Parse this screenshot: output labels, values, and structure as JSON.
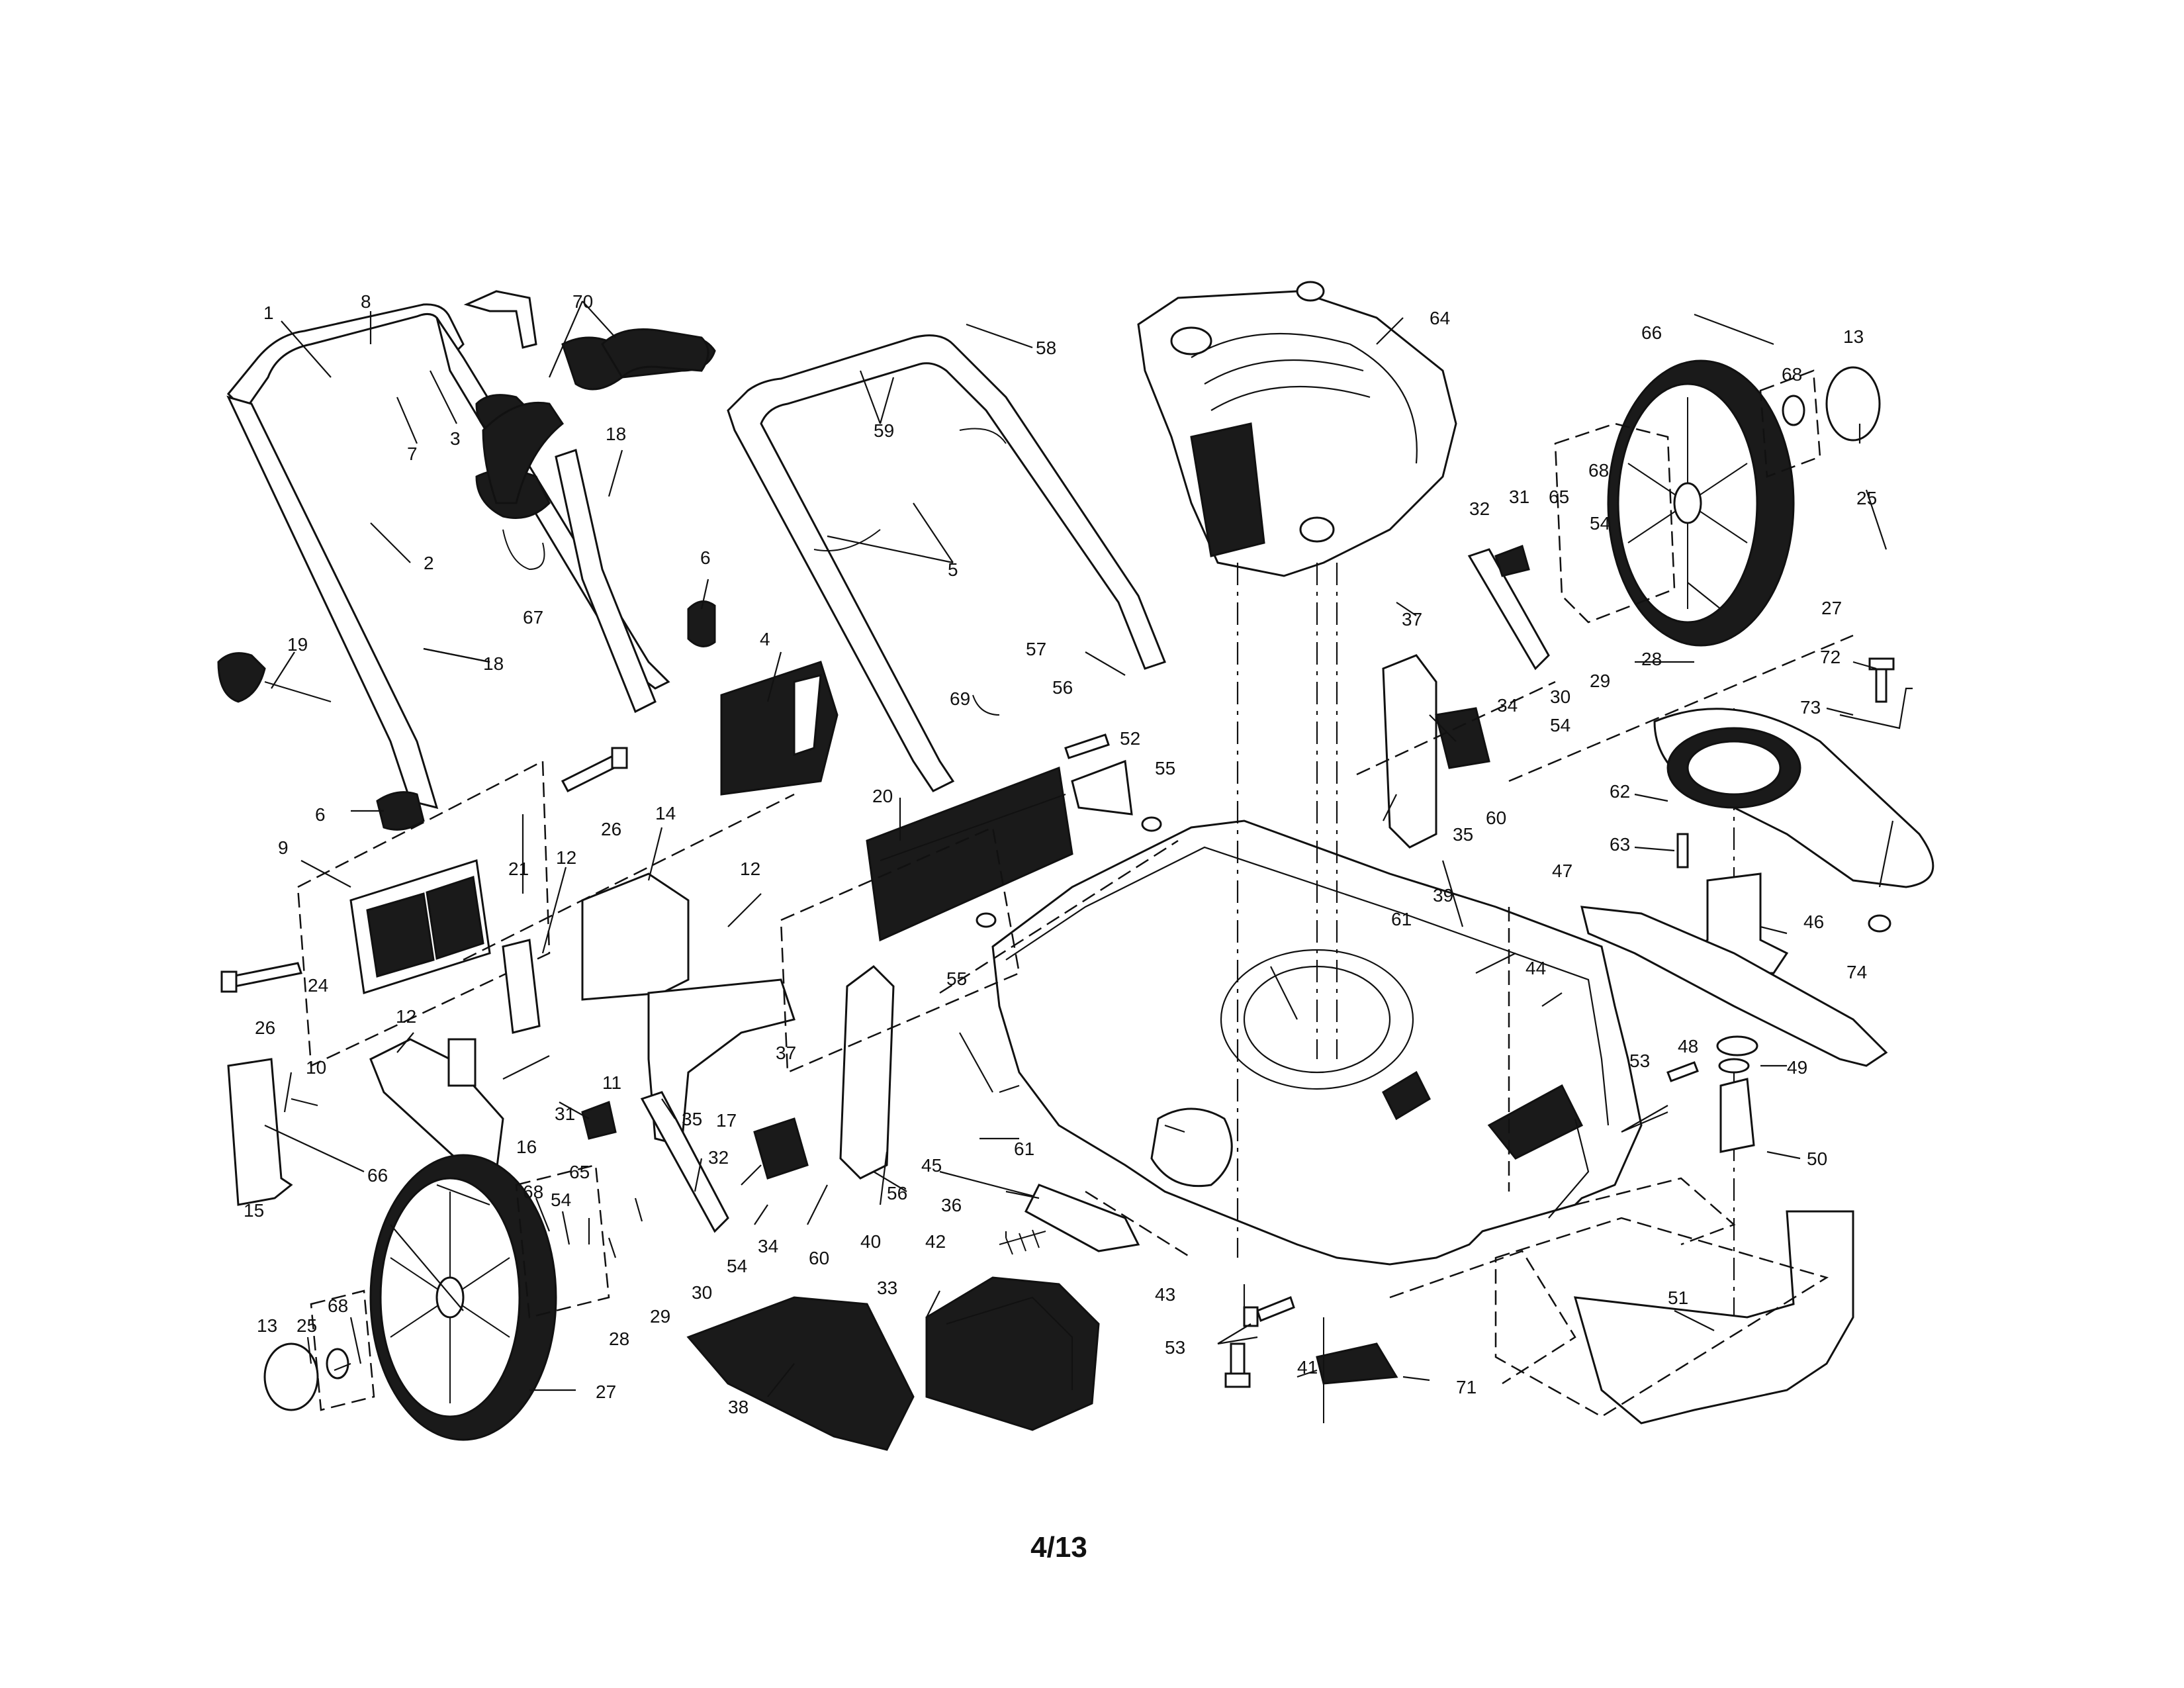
{
  "page_indicator": "4/13",
  "callouts": [
    "1",
    "2",
    "3",
    "4",
    "5",
    "6",
    "7",
    "8",
    "9",
    "10",
    "11",
    "12",
    "13",
    "14",
    "15",
    "16",
    "17",
    "18",
    "19",
    "20",
    "21",
    "24",
    "25",
    "26",
    "27",
    "28",
    "29",
    "30",
    "31",
    "32",
    "33",
    "34",
    "35",
    "36",
    "37",
    "38",
    "39",
    "40",
    "41",
    "42",
    "43",
    "44",
    "45",
    "46",
    "47",
    "48",
    "49",
    "50",
    "51",
    "52",
    "53",
    "54",
    "55",
    "56",
    "57",
    "58",
    "59",
    "60",
    "61",
    "62",
    "63",
    "64",
    "65",
    "66",
    "67",
    "68",
    "69",
    "70",
    "71",
    "72",
    "73",
    "74"
  ]
}
